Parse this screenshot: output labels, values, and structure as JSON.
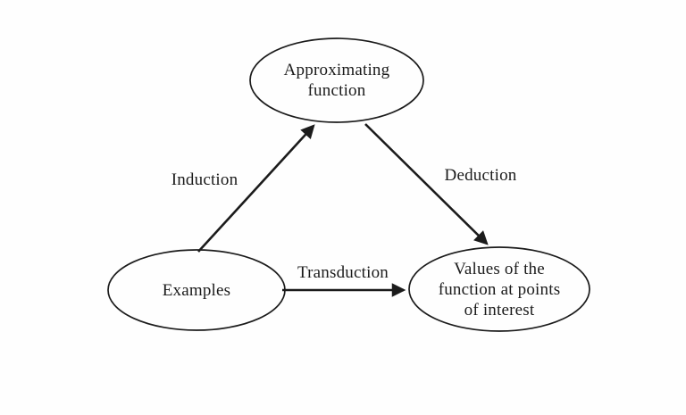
{
  "diagram": {
    "kind": "scanned-book-figure",
    "colors": {
      "background": "#fefefe",
      "ink": "#1b1b1b"
    },
    "nodes": {
      "approximating_function": {
        "lines": [
          "Approximating",
          "function"
        ]
      },
      "examples": {
        "lines": [
          "Examples"
        ]
      },
      "values_of_function": {
        "lines": [
          "Values of the",
          "function at points",
          "of interest"
        ]
      }
    },
    "edges": {
      "induction": {
        "label": "Induction",
        "from": "examples",
        "to": "approximating_function"
      },
      "deduction": {
        "label": "Deduction",
        "from": "approximating_function",
        "to": "values_of_function"
      },
      "transduction": {
        "label": "Transduction",
        "from": "examples",
        "to": "values_of_function"
      }
    }
  }
}
